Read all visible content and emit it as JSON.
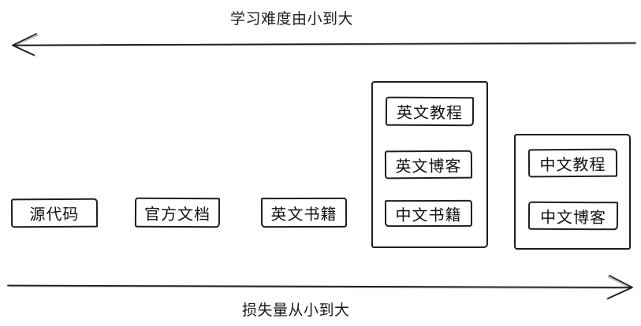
{
  "canvas": {
    "background": "#ffffff",
    "stroke_color": "#1e1e1e"
  },
  "axes": {
    "top": {
      "label": "学习难度由小到大",
      "arrow_direction": "left"
    },
    "bottom": {
      "label": "损失量从小到大",
      "arrow_direction": "right"
    }
  },
  "nodes": [
    {
      "label": "源代码"
    },
    {
      "label": "官方文档"
    },
    {
      "label": "英文书籍"
    }
  ],
  "groups": [
    {
      "items": [
        {
          "label": "英文教程"
        },
        {
          "label": "英文博客"
        },
        {
          "label": "中文书籍"
        }
      ]
    },
    {
      "items": [
        {
          "label": "中文教程"
        },
        {
          "label": "中文博客"
        }
      ]
    }
  ]
}
